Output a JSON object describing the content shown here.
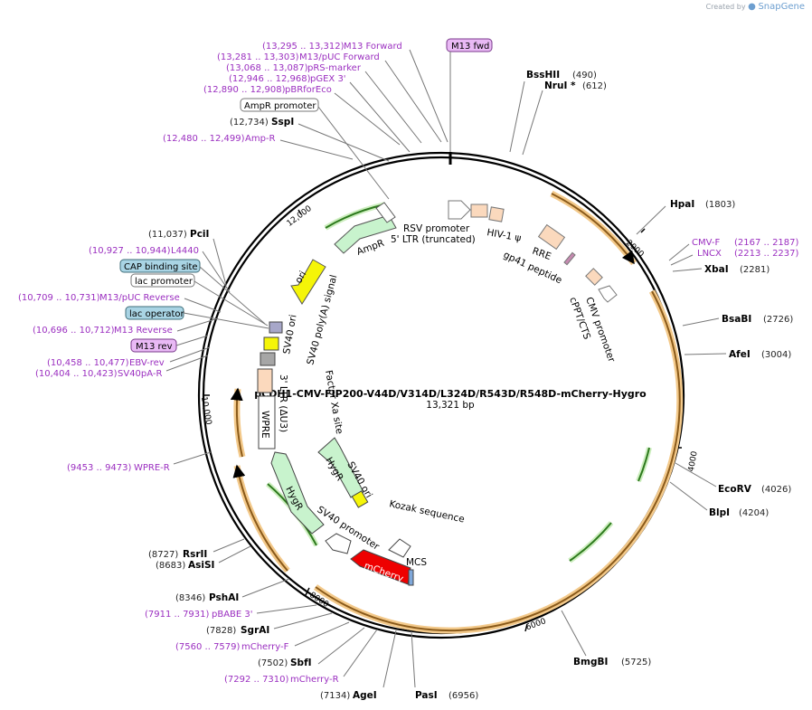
{
  "watermark": {
    "prefix": "Created by",
    "brand": "SnapGene"
  },
  "plasmid": {
    "name": "pCDH1-CMV-FIP200-V44D/V314D/L324D/R543D/R548D-mCherry-Hygro",
    "size_label": "13,321 bp",
    "length": 13321
  },
  "ticks": [
    "2000",
    "4000",
    "6000",
    "8000",
    "10,000",
    "12,000"
  ],
  "sites": [
    {
      "name": "BssHII",
      "pos": "(490)"
    },
    {
      "name": "NruI *",
      "pos": "(612)"
    },
    {
      "name": "HpaI",
      "pos": "(1803)"
    },
    {
      "name": "XbaI",
      "pos": "(2281)"
    },
    {
      "name": "BsaBI",
      "pos": "(2726)"
    },
    {
      "name": "AfeI",
      "pos": "(3004)"
    },
    {
      "name": "EcoRV",
      "pos": "(4026)"
    },
    {
      "name": "BlpI",
      "pos": "(4204)"
    },
    {
      "name": "BmgBI",
      "pos": "(5725)"
    },
    {
      "name": "PasI",
      "pos": "(6956)"
    },
    {
      "name": "AgeI",
      "pos": "(7134)"
    },
    {
      "name": "SbfI",
      "pos": "(7502)"
    },
    {
      "name": "SgrAI",
      "pos": "(7828)"
    },
    {
      "name": "PshAI",
      "pos": "(8346)"
    },
    {
      "name": "AsiSI",
      "pos": "(8683)"
    },
    {
      "name": "RsrII",
      "pos": "(8727)"
    },
    {
      "name": "PciI",
      "pos": "(11,037)"
    },
    {
      "name": "SspI",
      "pos": "(12,734)"
    }
  ],
  "primers": [
    {
      "name": "M13 Forward",
      "pos": "(13,295 .. 13,312)"
    },
    {
      "name": "M13/pUC Forward",
      "pos": "(13,281 .. 13,303)"
    },
    {
      "name": "pRS-marker",
      "pos": "(13,068 .. 13,087)"
    },
    {
      "name": "pGEX 3'",
      "pos": "(12,946 .. 12,968)"
    },
    {
      "name": "pBRforEco",
      "pos": "(12,890 .. 12,908)"
    },
    {
      "name": "Amp-R",
      "pos": "(12,480 .. 12,499)"
    },
    {
      "name": "L4440",
      "pos": "(10,927 .. 10,944)"
    },
    {
      "name": "M13/pUC Reverse",
      "pos": "(10,709 .. 10,731)"
    },
    {
      "name": "M13 Reverse",
      "pos": "(10,696 .. 10,712)"
    },
    {
      "name": "EBV-rev",
      "pos": "(10,458 .. 10,477)"
    },
    {
      "name": "SV40pA-R",
      "pos": "(10,404 .. 10,423)"
    },
    {
      "name": "WPRE-R",
      "pos": "(9453 .. 9473)"
    },
    {
      "name": "pBABE 3'",
      "pos": "(7911 .. 7931)"
    },
    {
      "name": "mCherry-F",
      "pos": "(7560 .. 7579)"
    },
    {
      "name": "mCherry-R",
      "pos": "(7292 .. 7310)"
    },
    {
      "name": "CMV-F",
      "pos": "(2167 .. 2187)"
    },
    {
      "name": "LNCX",
      "pos": "(2213 .. 2237)"
    }
  ],
  "boxed_labels": {
    "m13_fwd": "M13 fwd",
    "m13_rev": "M13 rev",
    "ampr_promoter": "AmpR promoter",
    "cap_site": "CAP binding site",
    "lac_promoter": "lac promoter",
    "lac_operator": "lac operator"
  },
  "features": {
    "rsv": "RSV promoter",
    "ltr5": "5' LTR (truncated)",
    "hiv": "HIV-1 ψ",
    "rre": "RRE",
    "gp41": "gp41 peptide",
    "cppt": "cPPT/CTS",
    "cmv": "CMV promoter",
    "ampr": "AmpR",
    "ori": "ori",
    "sv40ori_top": "SV40 ori",
    "polya": "SV40 poly(A) signal",
    "ltr3": "3' LTR (ΔU3)",
    "factorxa": "Factor Xa site",
    "wpre": "WPRE",
    "hygr_outer": "HygR",
    "hygr_inner": "HygR",
    "sv40ori_bottom": "SV40 ori",
    "sv40prom": "SV40 promoter",
    "kozak": "Kozak sequence",
    "mcs": "MCS",
    "mcherry": "mCherry"
  }
}
